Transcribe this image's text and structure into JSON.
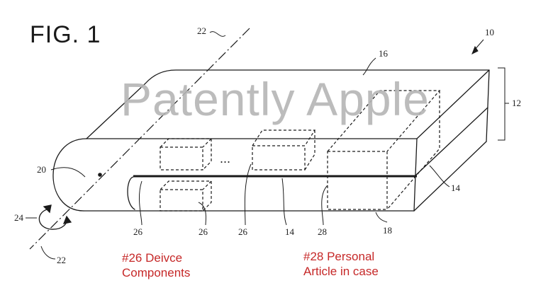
{
  "figure_label": "FIG. 1",
  "watermark": "Patently Apple",
  "ellipsis": "...",
  "reference_numerals": {
    "r10": "10",
    "r12": "12",
    "r14_right": "14",
    "r14_bottom": "14",
    "r16": "16",
    "r18": "18",
    "r20": "20",
    "r22_top": "22",
    "r22_bottom": "22",
    "r24": "24",
    "r26_a": "26",
    "r26_b": "26",
    "r26_c": "26",
    "r28": "28"
  },
  "annotations": {
    "components": "#26 Deivce\nComponents",
    "personal_article": "#28 Personal\nArticle in case"
  },
  "colors": {
    "line": "#1a1a1a",
    "annotation": "#c62828",
    "watermark": "#b5b5b5"
  }
}
